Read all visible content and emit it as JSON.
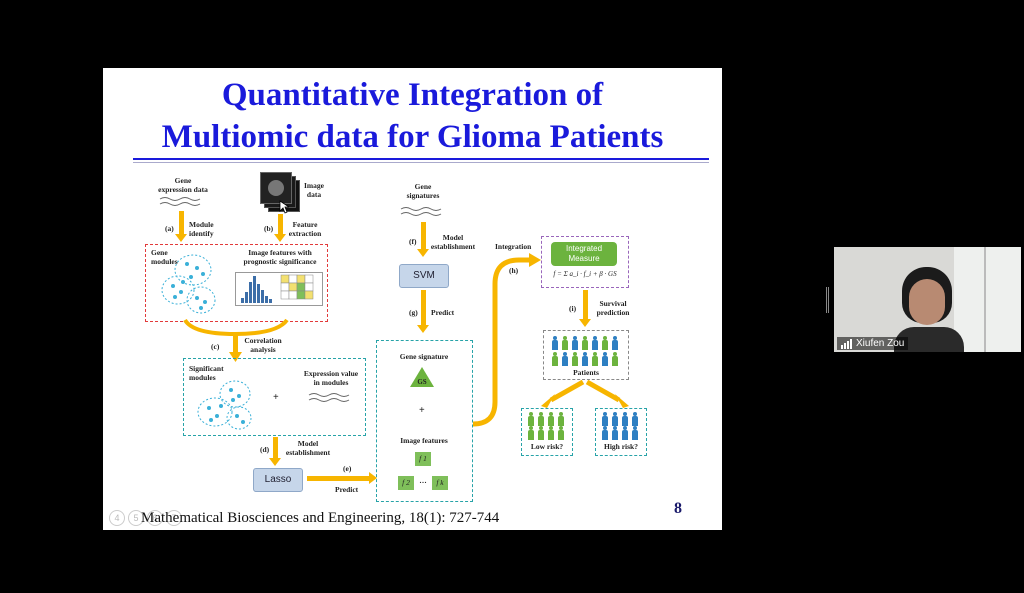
{
  "slide": {
    "title_line1": "Quantitative Integration of",
    "title_line2": "Multiomic data for Glioma Patients",
    "footer_citation": "Mathematical Biosciences and Engineering, 18(1): 727-744",
    "page_number": "8"
  },
  "diagram": {
    "gene_expression_data": "Gene\nexpression data",
    "image_data": "Image\ndata",
    "step_a": "(a)",
    "module_identify": "Module\nidentify",
    "step_b": "(b)",
    "feature_extraction": "Feature\nextraction",
    "gene_modules": "Gene\nmodules",
    "image_features_prognostic": "Image features with\nprognostic significance",
    "step_c": "(c)",
    "correlation_analysis": "Correlation\nanalysis",
    "significant_modules": "Significant\nmodules",
    "plus": "+",
    "expression_value": "Expression value\nin modules",
    "step_d": "(d)",
    "model_establishment_d": "Model\nestablishment",
    "lasso": "Lasso",
    "step_e": "(e)",
    "predict_e": "Predict",
    "gene_signatures": "Gene\nsignatures",
    "step_f": "(f)",
    "model_establishment_f": "Model\nestablishment",
    "svm": "SVM",
    "step_g": "(g)",
    "predict_g": "Predict",
    "gene_signature": "Gene signature",
    "gs": "GS",
    "plus2": "+",
    "image_features": "Image features",
    "f1": "f 1",
    "f2": "f 2",
    "dots": "···",
    "fk": "f k",
    "integration": "Integration",
    "step_h": "(h)",
    "integrated_measure": "Integrated\nMeasure",
    "formula": "f = Σ a_i · f_i + β · GS",
    "step_i": "(i)",
    "survival_prediction": "Survival\nprediction",
    "patients": "Patients",
    "low_risk": "Low risk?",
    "high_risk": "High risk?"
  },
  "video": {
    "participant_name": "Xiufen Zou"
  },
  "slide_nav": [
    "4",
    "5",
    "6",
    "7"
  ],
  "colors": {
    "title_blue": "#1a1adb",
    "arrow_yellow": "#f7b500",
    "red_dash": "#e23a3a",
    "teal_dash": "#27a3a8",
    "purple_dash": "#9966bb",
    "person_blue": "#2e7fc2",
    "person_green": "#6cb33e"
  }
}
